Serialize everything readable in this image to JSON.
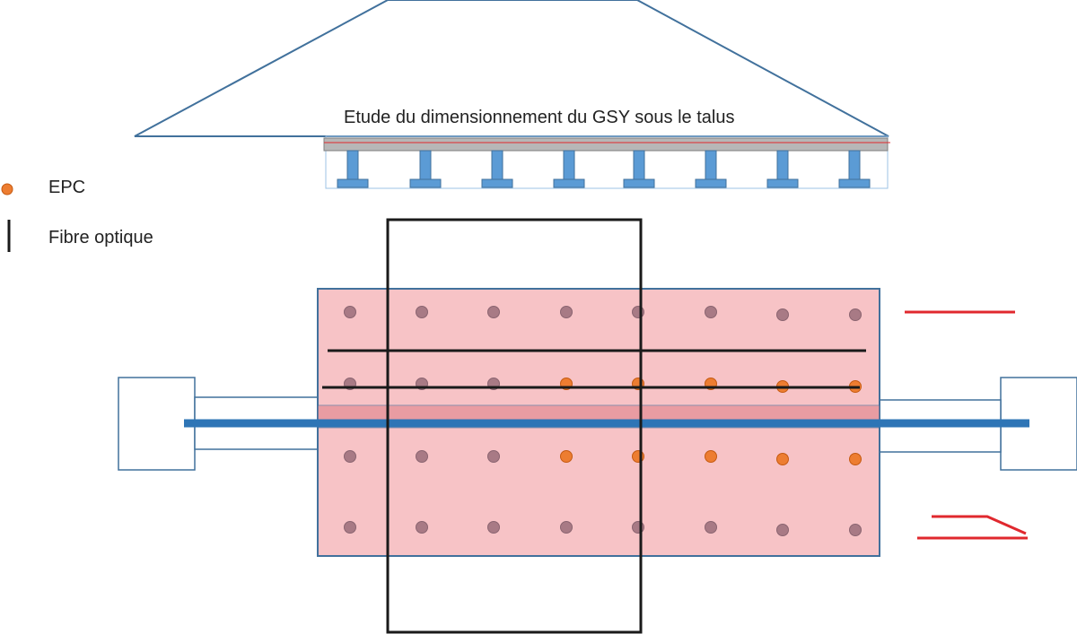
{
  "title": "Etude du dimensionnement du GSY sous le talus",
  "legend": {
    "epc_label": "EPC",
    "fibre_label": "Fibre optique"
  },
  "colors": {
    "embankment_stroke": "#41719c",
    "beam_fill": "#5b9bd5",
    "pink_fill": "#f7c3c6",
    "pink_stroke": "#41719c",
    "pipe": "#2e75b6",
    "epc_active": "#ed7d31",
    "epc_inactive": "#a87a85",
    "fibre": "#1a1a1a",
    "red_marker": "#e0282e"
  },
  "epc_grid": {
    "rows": 4,
    "cols": 8,
    "active": [
      [
        false,
        false,
        false,
        false,
        false,
        false,
        false,
        false
      ],
      [
        false,
        false,
        false,
        true,
        true,
        true,
        true,
        true
      ],
      [
        false,
        false,
        false,
        true,
        true,
        true,
        true,
        true
      ],
      [
        false,
        false,
        false,
        false,
        false,
        false,
        false,
        false
      ]
    ]
  },
  "piles": {
    "count": 8
  }
}
